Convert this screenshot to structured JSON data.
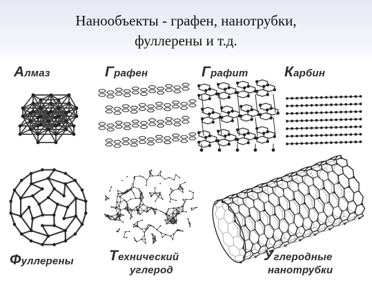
{
  "title": {
    "line1": "Нанообъекты - графен, нанотрубки,",
    "line2": "фуллерены и т.д."
  },
  "panels": {
    "almaz": {
      "cap": "А",
      "rest": "лмаз"
    },
    "grafen": {
      "cap": "Г",
      "rest": "рафен"
    },
    "grafit": {
      "cap": "Г",
      "rest": "рафит"
    },
    "karbin": {
      "cap": "К",
      "rest": "арбин"
    },
    "fullereny": {
      "cap": "Ф",
      "rest": "уллерены"
    },
    "tech": {
      "cap": "Т",
      "rest": "ехнический",
      "line2": "углерод"
    },
    "nanotubes": {
      "cap": "У",
      "rest": "глеродные",
      "line2": "нанотрубки"
    }
  },
  "colors": {
    "bond": "#3a3a3a",
    "atom": "#222222",
    "header_bg": "#e9ebf5"
  }
}
